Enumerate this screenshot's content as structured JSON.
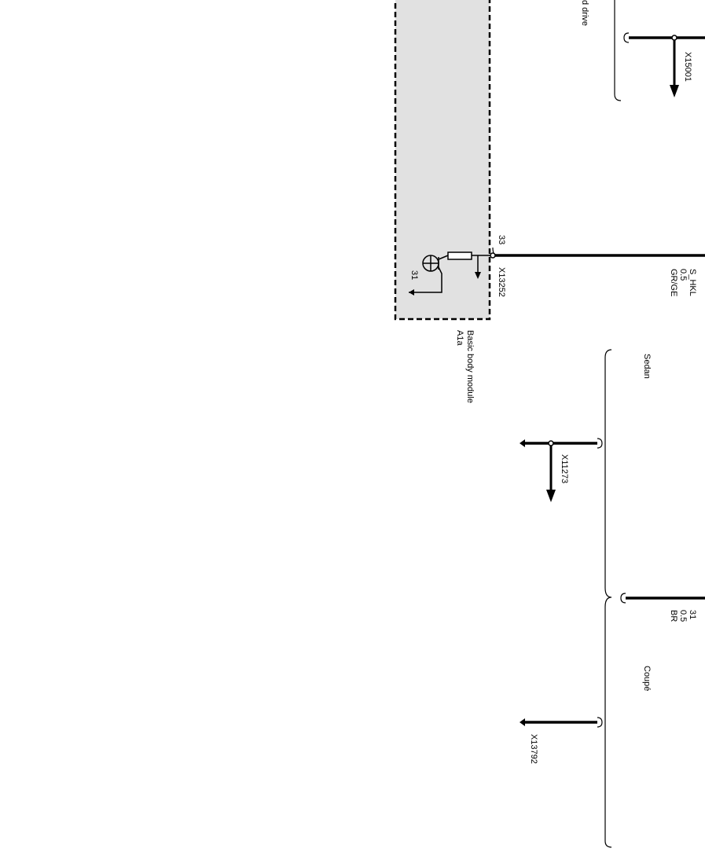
{
  "module": {
    "id": "A1a",
    "name": "Basic body module",
    "pin": "33",
    "connector": "X13252",
    "ground": "31"
  },
  "wire_top_right": {
    "name": "S_HKL",
    "gauge": "0.5",
    "color": "GR/GE"
  },
  "wire_ground": {
    "name": "31",
    "gauge": "0.5",
    "color": "BR"
  },
  "top_group": {
    "label": "d drive",
    "connector": "X15001"
  },
  "sedan_group": {
    "label": "Sedan",
    "connector": "X11273"
  },
  "coupe_group": {
    "label": "Coupé",
    "connector": "X13792"
  }
}
